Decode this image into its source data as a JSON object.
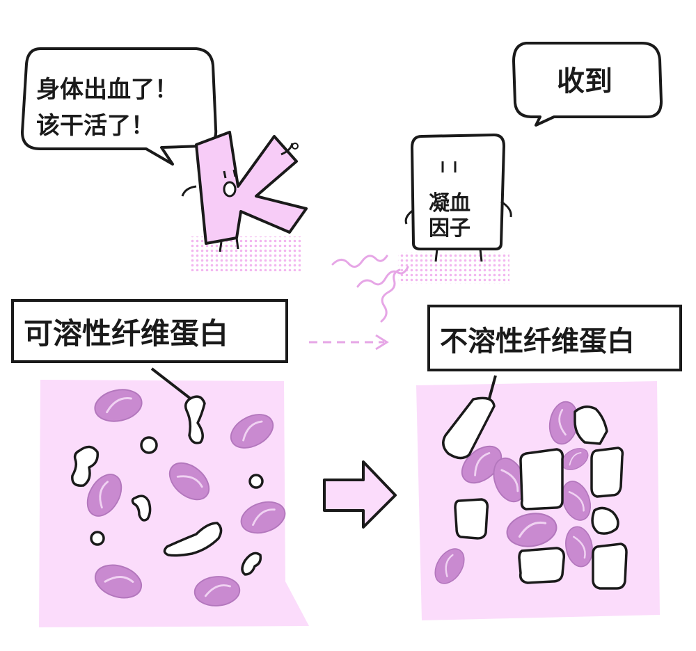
{
  "speech": {
    "vitamin_k_line1": "身体出血了！",
    "vitamin_k_line2": "该干活了！",
    "factor_reply": "收到"
  },
  "characters": {
    "vitamin_k_letter": "K",
    "factor_line1": "凝血",
    "factor_line2": "因子"
  },
  "labels": {
    "soluble_fibrinogen": "可溶性纤维蛋白",
    "insoluble_fibrin": "不溶性纤维蛋白"
  },
  "colors": {
    "panel_fill": "#fbdcfb",
    "k_fill": "#f7ccf7",
    "cell_fill": "#c98ad0",
    "cell_dark": "#a96bb3",
    "arrow_dashed": "#e6a6e6",
    "outline": "#1a1a1a"
  },
  "icons": [
    "speech-bubble",
    "letter-k-character",
    "clotting-factor-character",
    "red-blood-cell",
    "process-arrow",
    "signal-waves"
  ]
}
